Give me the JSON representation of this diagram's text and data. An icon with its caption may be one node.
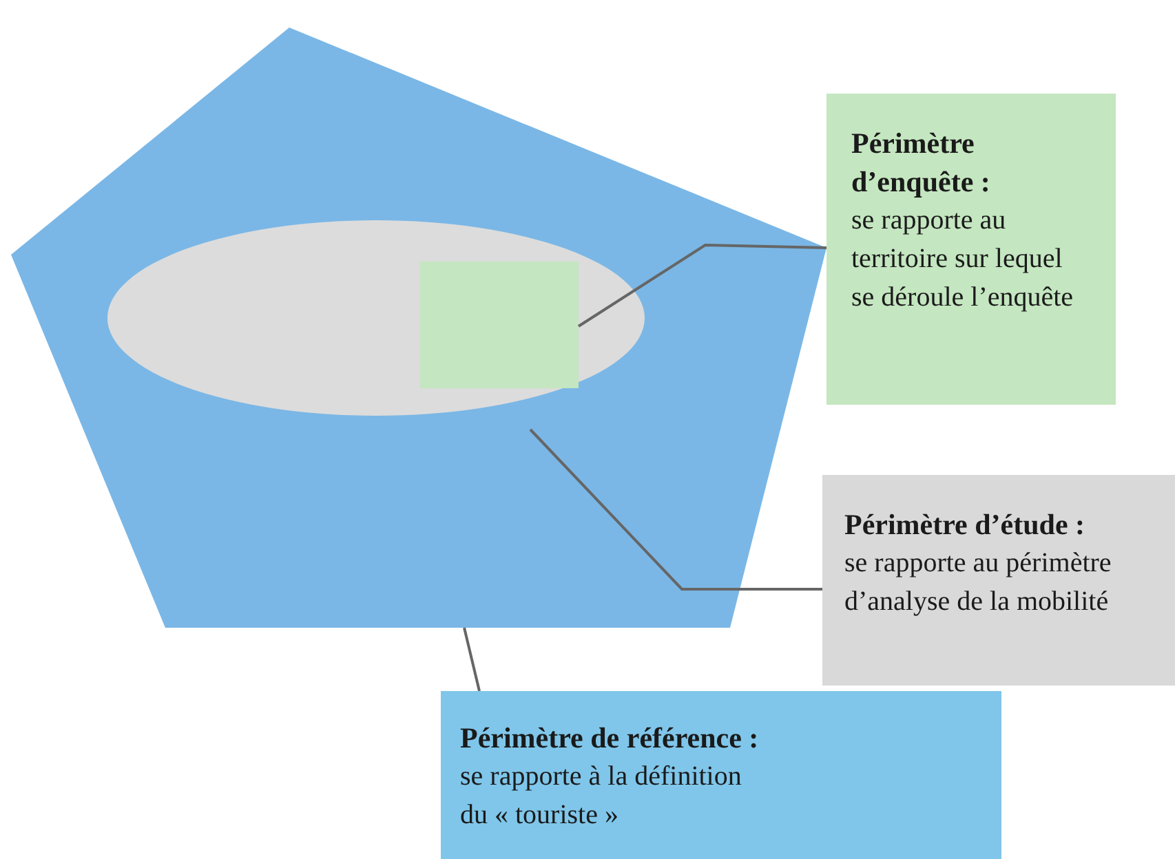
{
  "diagram": {
    "nodes": [
      {
        "text": [],
        "shape": "pentagon"
      },
      {
        "text": [],
        "shape": "ellipse",
        "in": 0
      },
      {
        "text": [],
        "shape": "box",
        "in": 1
      },
      {
        "text": [
          "Périmètre d’enquête :",
          "se rapporte au territoire sur lequel se déroule l’enquête"
        ]
      },
      {
        "text": [
          "Périmètre d’étude :",
          "se rapporte au périmètre d’analyse de la mobilité"
        ]
      },
      {
        "text": [
          "Périmètre de référence :",
          "se rapporte à la définition du « touriste »"
        ]
      }
    ],
    "edges": [
      {
        "from": 3,
        "to": 2,
        "arrow": "none"
      },
      {
        "from": 4,
        "to": 1,
        "arrow": "none"
      },
      {
        "from": 5,
        "to": 0,
        "arrow": "none"
      }
    ]
  }
}
